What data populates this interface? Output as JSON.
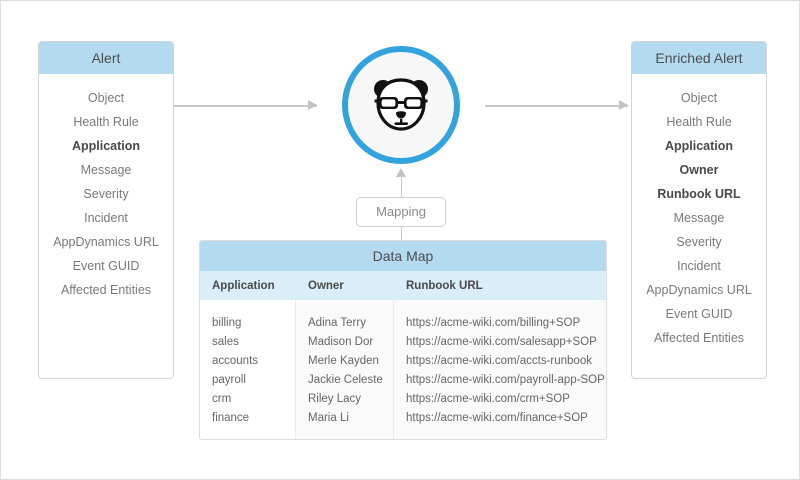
{
  "colors": {
    "header_blue": "#b4daf0",
    "table_subheader_blue": "#d9eef8",
    "circle_accent": "#34a3dd",
    "connector_gray": "#c9c9c9",
    "card_border": "#d4d4d4"
  },
  "alert_card": {
    "title": "Alert",
    "fields": [
      {
        "label": "Object",
        "bold": false
      },
      {
        "label": "Health Rule",
        "bold": false
      },
      {
        "label": "Application",
        "bold": true
      },
      {
        "label": "Message",
        "bold": false
      },
      {
        "label": "Severity",
        "bold": false
      },
      {
        "label": "Incident",
        "bold": false
      },
      {
        "label": "AppDynamics URL",
        "bold": false
      },
      {
        "label": "Event GUID",
        "bold": false
      },
      {
        "label": "Affected Entities",
        "bold": false
      }
    ]
  },
  "enriched_card": {
    "title": "Enriched Alert",
    "fields": [
      {
        "label": "Object",
        "bold": false
      },
      {
        "label": "Health Rule",
        "bold": false
      },
      {
        "label": "Application",
        "bold": true
      },
      {
        "label": "Owner",
        "bold": true
      },
      {
        "label": "Runbook URL",
        "bold": true
      },
      {
        "label": "Message",
        "bold": false
      },
      {
        "label": "Severity",
        "bold": false
      },
      {
        "label": "Incident",
        "bold": false
      },
      {
        "label": "AppDynamics URL",
        "bold": false
      },
      {
        "label": "Event GUID",
        "bold": false
      },
      {
        "label": "Affected Entities",
        "bold": false
      }
    ]
  },
  "center": {
    "icon_name": "panda-logo-icon"
  },
  "mapping": {
    "label": "Mapping"
  },
  "data_map": {
    "title": "Data Map",
    "columns": [
      "Application",
      "Owner",
      "Runbook URL"
    ],
    "rows": [
      {
        "application": "billing",
        "owner": "Adina Terry",
        "runbook_url": "https://acme-wiki.com/billing+SOP"
      },
      {
        "application": "sales",
        "owner": "Madison Dor",
        "runbook_url": "https://acme-wiki.com/salesapp+SOP"
      },
      {
        "application": "accounts",
        "owner": "Merle Kayden",
        "runbook_url": "https://acme-wiki.com/accts-runbook"
      },
      {
        "application": "payroll",
        "owner": "Jackie Celeste",
        "runbook_url": "https://acme-wiki.com/payroll-app-SOP"
      },
      {
        "application": "crm",
        "owner": "Riley Lacy",
        "runbook_url": "https://acme-wiki.com/crm+SOP"
      },
      {
        "application": "finance",
        "owner": "Maria Li",
        "runbook_url": "https://acme-wiki.com/finance+SOP"
      }
    ]
  }
}
